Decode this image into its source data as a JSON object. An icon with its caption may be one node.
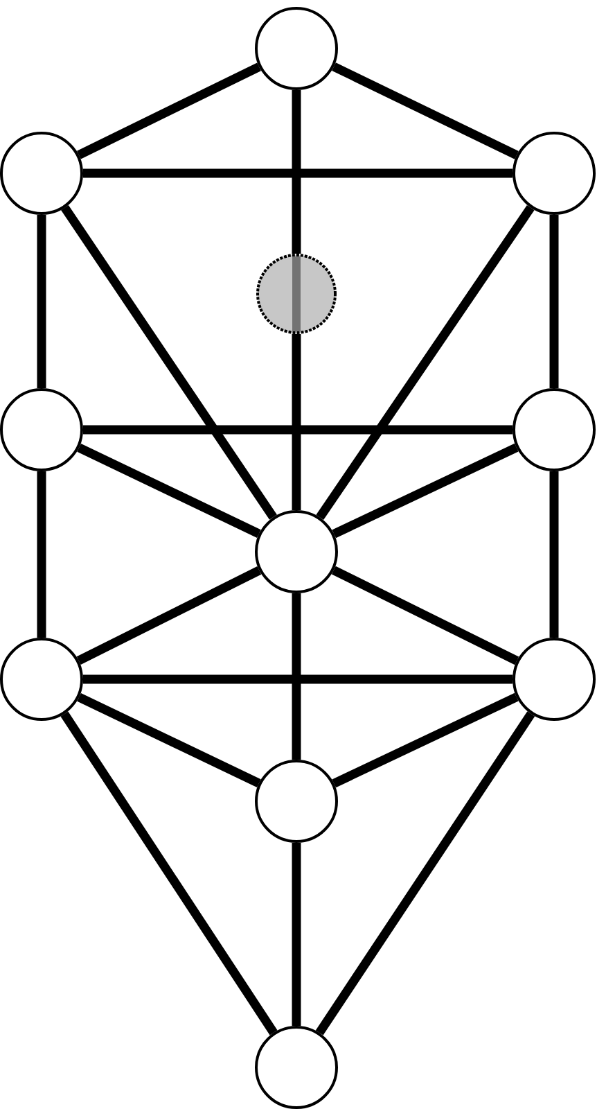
{
  "diagram": {
    "nodes": [
      {
        "text": [],
        "shape": "circle"
      },
      {
        "text": [],
        "shape": "circle"
      },
      {
        "text": [],
        "shape": "circle"
      },
      {
        "text": [],
        "shape": "circle"
      },
      {
        "text": [],
        "shape": "circle"
      },
      {
        "text": [],
        "shape": "circle"
      },
      {
        "text": [],
        "shape": "circle"
      },
      {
        "text": [],
        "shape": "circle"
      },
      {
        "text": [],
        "shape": "circle"
      },
      {
        "text": [],
        "shape": "circle"
      },
      {
        "text": [],
        "shape": "circle"
      }
    ],
    "edges": [
      {
        "from": 0,
        "to": 1,
        "arrow": "none"
      },
      {
        "from": 0,
        "to": 2,
        "arrow": "none"
      },
      {
        "from": 0,
        "to": 3,
        "arrow": "none"
      },
      {
        "from": 3,
        "to": 6,
        "arrow": "none"
      },
      {
        "from": 1,
        "to": 2,
        "arrow": "none"
      },
      {
        "from": 1,
        "to": 6,
        "arrow": "none"
      },
      {
        "from": 2,
        "to": 6,
        "arrow": "none"
      },
      {
        "from": 1,
        "to": 4,
        "arrow": "none"
      },
      {
        "from": 2,
        "to": 5,
        "arrow": "none"
      },
      {
        "from": 4,
        "to": 5,
        "arrow": "none"
      },
      {
        "from": 4,
        "to": 6,
        "arrow": "none"
      },
      {
        "from": 5,
        "to": 6,
        "arrow": "none"
      },
      {
        "from": 4,
        "to": 7,
        "arrow": "none"
      },
      {
        "from": 5,
        "to": 8,
        "arrow": "none"
      },
      {
        "from": 6,
        "to": 7,
        "arrow": "none"
      },
      {
        "from": 6,
        "to": 8,
        "arrow": "none"
      },
      {
        "from": 6,
        "to": 9,
        "arrow": "none"
      },
      {
        "from": 7,
        "to": 8,
        "arrow": "none"
      },
      {
        "from": 7,
        "to": 9,
        "arrow": "none"
      },
      {
        "from": 8,
        "to": 9,
        "arrow": "none"
      },
      {
        "from": 7,
        "to": 10,
        "arrow": "none"
      },
      {
        "from": 8,
        "to": 10,
        "arrow": "none"
      },
      {
        "from": 9,
        "to": 10,
        "arrow": "none"
      }
    ]
  }
}
